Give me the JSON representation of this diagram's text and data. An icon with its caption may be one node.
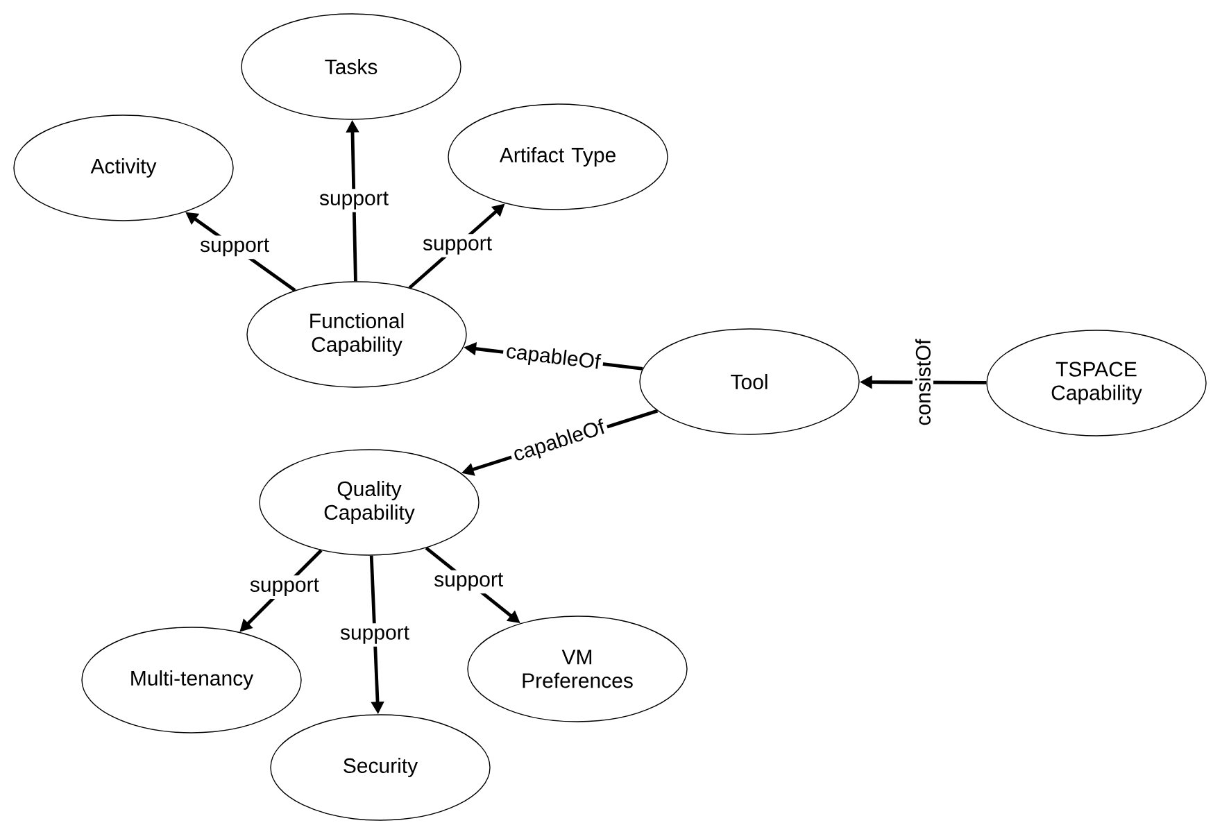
{
  "diagram": {
    "nodes": [
      {
        "text": [
          "Tasks"
        ]
      },
      {
        "text": [
          "Activity"
        ]
      },
      {
        "text": [
          "Artifact Type"
        ]
      },
      {
        "text": [
          "Functional Capability"
        ]
      },
      {
        "text": [
          "Tool"
        ]
      },
      {
        "text": [
          "TSPACE Capability"
        ]
      },
      {
        "text": [
          "Quality Capability"
        ]
      },
      {
        "text": [
          "Multi-tenancy"
        ]
      },
      {
        "text": [
          "VM Preferences"
        ]
      },
      {
        "text": [
          "Security"
        ]
      }
    ],
    "edges": [
      {
        "from": 3,
        "to": 1,
        "arrow": "to",
        "label": "support"
      },
      {
        "from": 3,
        "to": 0,
        "arrow": "to",
        "label": "support"
      },
      {
        "from": 3,
        "to": 2,
        "arrow": "to",
        "label": "support"
      },
      {
        "from": 4,
        "to": 3,
        "arrow": "to",
        "label": "capableOf"
      },
      {
        "from": 4,
        "to": 6,
        "arrow": "to",
        "label": "capableOf"
      },
      {
        "from": 5,
        "to": 4,
        "arrow": "to",
        "label": "consistOf"
      },
      {
        "from": 6,
        "to": 7,
        "arrow": "to",
        "label": "support"
      },
      {
        "from": 6,
        "to": 9,
        "arrow": "to",
        "label": "support"
      },
      {
        "from": 6,
        "to": 8,
        "arrow": "to",
        "label": "support"
      }
    ]
  }
}
